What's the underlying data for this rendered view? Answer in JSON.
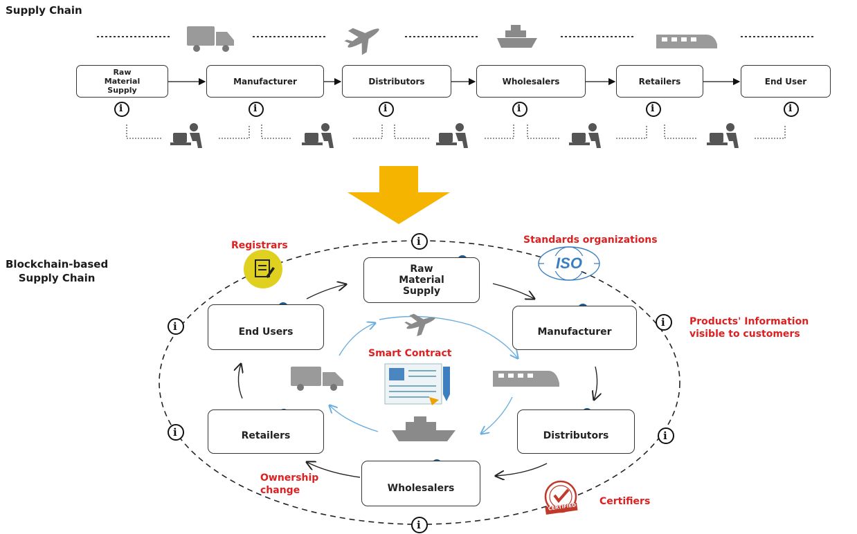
{
  "colors": {
    "arrow_yellow": "#f5b400",
    "label_red": "#e02020",
    "user_icon": "#1f5a8c",
    "flow_blue": "#6aaee0",
    "registrar_yellow": "#e0d020"
  },
  "top": {
    "title": "Supply Chain",
    "boxes": [
      "Raw\nMaterial\nSupply",
      "Manufacturer",
      "Distributors",
      "Wholesalers",
      "Retailers",
      "End User"
    ],
    "info_glyph": "i",
    "transport_icons": [
      "truck-icon",
      "plane-icon",
      "ship-icon",
      "train-icon"
    ]
  },
  "bottom": {
    "title": "Blockchain-based\nSupply Chain",
    "nodes": {
      "raw": "Raw\nMaterial\nSupply",
      "manufacturer": "Manufacturer",
      "distributors": "Distributors",
      "wholesalers": "Wholesalers",
      "retailers": "Retailers",
      "end_users": "End Users"
    },
    "smart_contract": "Smart Contract",
    "labels": {
      "registrars": "Registrars",
      "standards": "Standards organizations",
      "products_info": "Products' Information\nvisible to customers",
      "ownership": "Ownership\nchange",
      "certifiers": "Certifiers",
      "iso": "ISO",
      "certified": "CERTIFIED"
    },
    "info_glyph": "i"
  }
}
